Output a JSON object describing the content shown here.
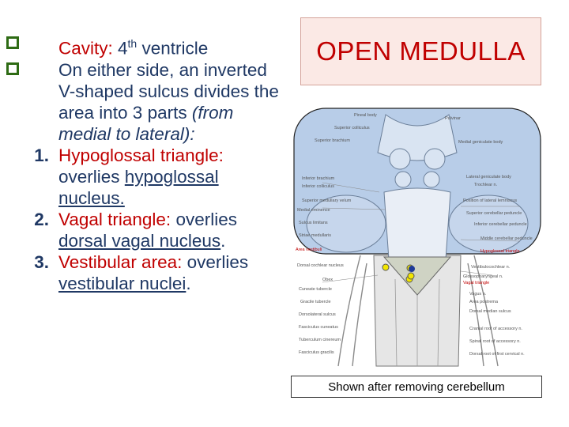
{
  "title": "OPEN MEDULLA",
  "caption": "Shown after removing cerebellum",
  "colors": {
    "heading": "#c00000",
    "body": "#1f3864",
    "bullet": "#2e6b14",
    "title_bg": "#fbe9e5"
  },
  "bullets": [
    {
      "pre": "Cavity: ",
      "main": "4",
      "sup": "th",
      "post": " ventricle"
    },
    {
      "text": "On either side, an inverted V-shaped sulcus divides the area into 3 parts ",
      "italic": "(from medial to lateral):"
    }
  ],
  "items": [
    {
      "num": "1.",
      "term": "Hypoglossal triangle",
      "sep": ":",
      "pre": " overlies ",
      "link": "hypoglossal nucleus.",
      "post": ""
    },
    {
      "num": "2.",
      "term": "Vagal triangle:",
      "sep": "",
      "pre": " overlies ",
      "link": "dorsal vagal nucleus",
      "post": "."
    },
    {
      "num": "3.",
      "term": "Vestibular area",
      "sep": ":",
      "pre": " overlies ",
      "link": "vestibular nuclei",
      "post": "."
    }
  ],
  "diagram_labels": {
    "pineal": "Pineal body",
    "pulvinar": "Pulvinar",
    "sup_colliculus": "Superior colliculus",
    "sup_brachium": "Superior brachium",
    "medial_geniculate": "Medial geniculate body",
    "inf_brachium": "Inferior brachium",
    "inf_colliculus": "Inferior colliculus",
    "lateral_geniculate": "Lateral geniculate body",
    "trochlear": "Trochlear n.",
    "sup_medullary": "Superior medullary velum",
    "lateral_lemniscus": "Position of lateral lemniscus",
    "medial_eminence": "Medial eminence",
    "sup_cerebellar": "Superior cerebellar peduncle",
    "sulcus_limitans": "Sulcus limitans",
    "inf_cerebellar": "Inferior cerebellar peduncle",
    "striae": "Striae medullaris",
    "middle_cerebellar": "Middle cerebellar peduncle",
    "area_vestibuli": "Area vestibuli",
    "hypoglossal_triangle": "Hypoglossal triangle",
    "dorsal_cochlear": "Dorsal cochlear nucleus",
    "vestibulocochlear": "Vestibulocochlear n.",
    "obex": "Obex",
    "glossopharyngeal": "Glossopharyngeal n.",
    "vagal_triangle": "Vagal triangle",
    "cuneate_tubercle": "Cuneate tubercle",
    "vagus": "Vagus n.",
    "area_postrema": "Area postrema",
    "gracile_tubercle": "Gracile tubercle",
    "dorsal_median": "Dorsal median sulcus",
    "dorsolateral": "Dorsolateral sulcus",
    "fasc_cuneatus": "Fasciculus cuneatus",
    "cranial_root": "Cranial root of accessory n.",
    "tuberculum_cinereum": "Tuberculum cinereum",
    "spinal_root": "Spinal root of accessory n.",
    "fasc_gracilis": "Fasciculus gracilis",
    "dorsal_root": "Dorsal root of first cervical n."
  }
}
